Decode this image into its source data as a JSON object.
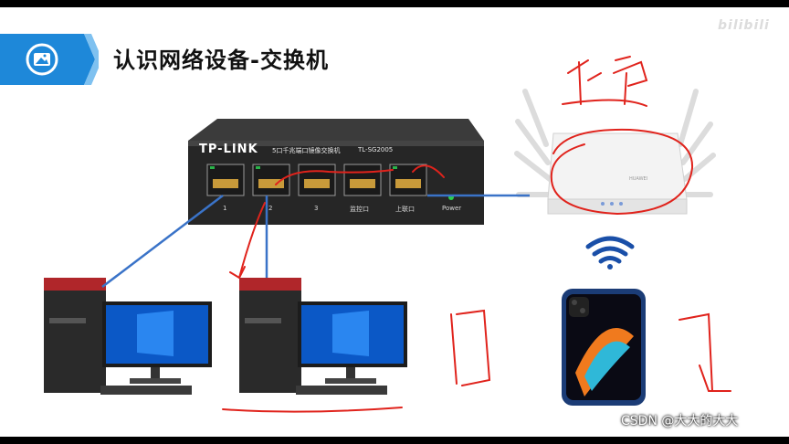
{
  "slide": {
    "title": "认识网络设备-交换机",
    "watermark": "bilibili"
  },
  "switch": {
    "brand": "TP-LINK",
    "description": "5口千兆端口镜像交换机",
    "model": "TL-SG2005",
    "ports": [
      "1",
      "2",
      "3",
      "监控口",
      "上联口",
      "Power"
    ]
  },
  "access_point": {
    "brand": "HUAWEI"
  },
  "footer": {
    "credit": "CSDN @大大的大大"
  },
  "colors": {
    "banner_blue": "#1e88d9",
    "cable_blue": "#3a73c8",
    "annotation_red": "#e0231c",
    "switch_body": "#2a2a2a"
  },
  "icons": [
    "picture-icon",
    "wifi-icon"
  ]
}
